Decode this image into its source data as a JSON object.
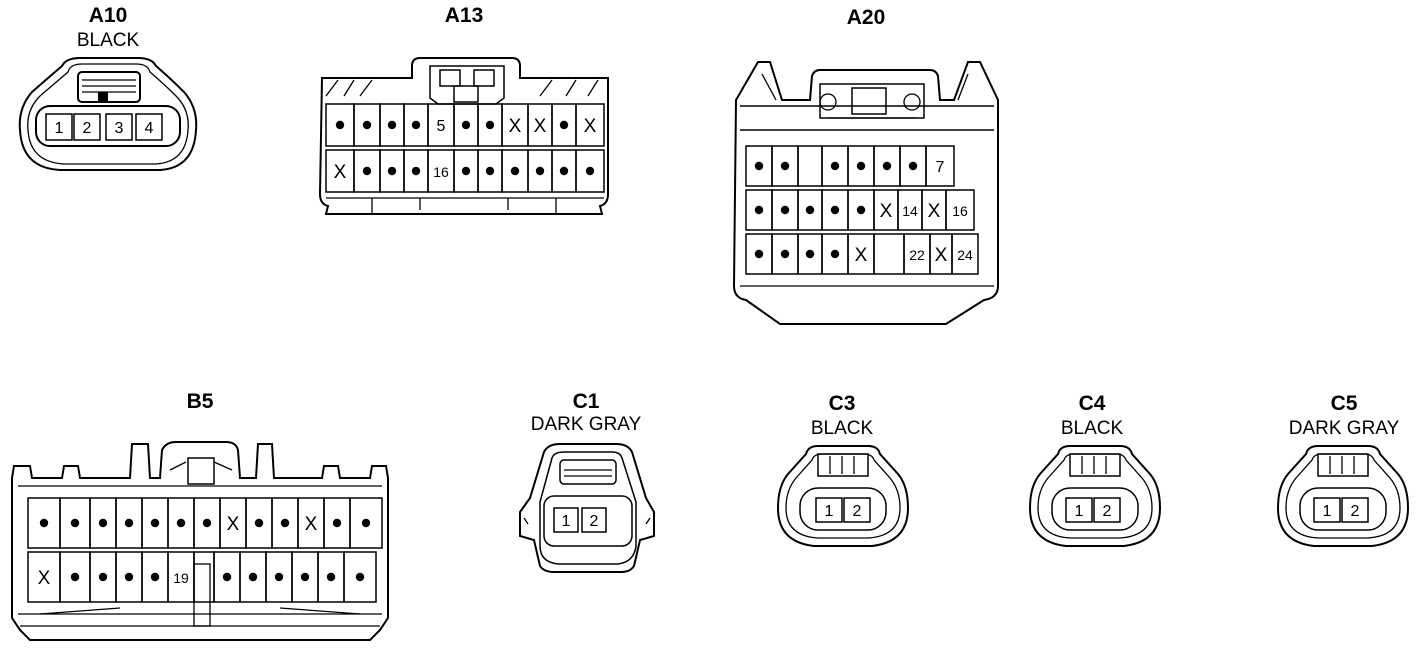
{
  "connectors": {
    "a10": {
      "name": "A10",
      "color": "BLACK",
      "pins": [
        "1",
        "2",
        "3",
        "4"
      ]
    },
    "a13": {
      "name": "A13",
      "rows": [
        [
          "•",
          "•",
          "•",
          "•",
          "5",
          "•",
          "•",
          "X",
          "X",
          "•",
          "X"
        ],
        [
          "X",
          "•",
          "•",
          "•",
          "16",
          "•",
          "•",
          "•",
          "•",
          "•",
          "•"
        ]
      ]
    },
    "a20": {
      "name": "A20",
      "rows": [
        [
          "•",
          "•",
          "",
          "•",
          "•",
          "•",
          "•",
          "7"
        ],
        [
          "•",
          "•",
          "•",
          "•",
          "•",
          "X",
          "14",
          "X",
          "16"
        ],
        [
          "•",
          "•",
          "•",
          "•",
          "X",
          "",
          "22",
          "X",
          "24"
        ]
      ]
    },
    "b5": {
      "name": "B5",
      "rows": [
        [
          "•",
          "•",
          "•",
          "•",
          "•",
          "•",
          "•",
          "X",
          "•",
          "•",
          "X",
          "•",
          "•"
        ],
        [
          "X",
          "•",
          "•",
          "•",
          "•",
          "19",
          "",
          "•",
          "•",
          "•",
          "•",
          "•",
          "•"
        ]
      ]
    },
    "c1": {
      "name": "C1",
      "color": "DARK GRAY",
      "pins": [
        "1",
        "2"
      ]
    },
    "c3": {
      "name": "C3",
      "color": "BLACK",
      "pins": [
        "1",
        "2"
      ]
    },
    "c4": {
      "name": "C4",
      "color": "BLACK",
      "pins": [
        "1",
        "2"
      ]
    },
    "c5": {
      "name": "C5",
      "color": "DARK GRAY",
      "pins": [
        "1",
        "2"
      ]
    }
  }
}
